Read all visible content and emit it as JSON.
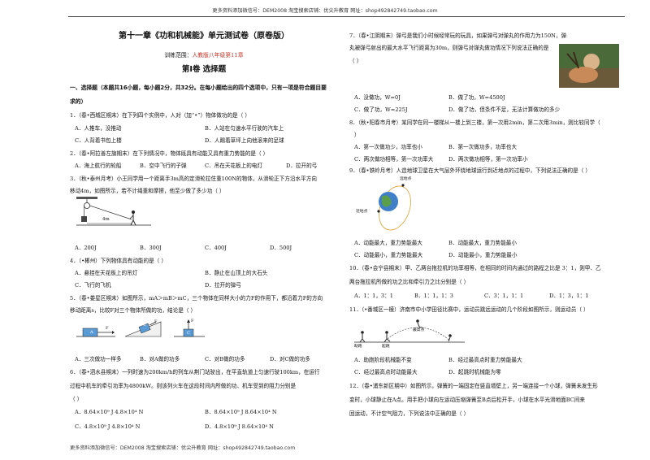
{
  "header": {
    "promo": "更多资料添加微信号：DEM2008    淘宝搜索店铺：优尖升教育  网址：shop492842749.taobao.com"
  },
  "footer": {
    "promo": "更多资料添加微信号：DEM2008    淘宝搜索店铺：优尖升教育  网址：shop492842749.taobao.com"
  },
  "doc": {
    "title": "第十一章《功和机械能》单元测试卷（原卷版）",
    "scope_label": "训练范围：",
    "scope_value": "人教版八年级第11章",
    "part": "第Ⅰ卷   选择题",
    "section_line1": "一、选择题（本题共16小题，每小题2分，共32分。在每小题给出的四个选项中，只有一项是符合题目要",
    "section_line2": "求的）"
  },
  "questions": {
    "q1": {
      "stem": "1．（春•西城区期末）在下列四个实例中，人对（加“•”）物体做功的是（        ）",
      "opts": [
        "A．人推车，没推动",
        "B．人站在匀速水平行驶的汽车上",
        "C．人背着书包上楼",
        "D．人踢着草坪上向他滚来的足球"
      ]
    },
    "q2": {
      "stem": "2．（春•阿拉善左旗期末）在下列情况中，物体既具有动能又具有重力势能的是（        ）",
      "opts": [
        "A．海上航行的轮船",
        "B．空中飞行的子弹",
        "C．吊在天花板上的电灯",
        "D．拉开的弓"
      ]
    },
    "q3": {
      "stem1": "3．（秋•泰州月考）小王同学用一个距离手3m高的定滑轮拉住重100N的物体，从滑轮正下方沿水平方向",
      "stem2": "移动4m，如图所示，若不计绳重和摩擦，他至少做了多少功（        ）",
      "fig_label": "4m",
      "opts": [
        "A．200J",
        "B．300J",
        "C．400J",
        "D．500J"
      ]
    },
    "q4": {
      "stem": "4．（•郴州）下列物体具有动能的是（        ）",
      "opts": [
        "A．悬挂在天花板上的吊灯",
        "B．静止在山顶上的大石头",
        "C．飞行的飞机",
        "D．拉开的弹弓"
      ]
    },
    "q5": {
      "stem1": "5．（春•娄星区期末）如图所示，mA＞mB＞mC，三个物体在同样大小的力F的作用下，都沿着力F的方向",
      "stem2": "移动距离s，比较F对三个物体所做的功，结论是（        ）",
      "labels": [
        "A",
        "B",
        "C",
        "F",
        "F",
        "F"
      ],
      "opts": [
        "A．三次做功一样多",
        "B．对A做的功多",
        "C．对B做的功多",
        "D．对C做的功多"
      ]
    },
    "q6": {
      "stem1": "6．（春•泗水县期末）一列时速为200km/h的列车从荆门站驶出，在平直轨道上匀速行驶100km，在运行",
      "stem2": "过程中机车的牵引功率为4800kW。则该列火车在这段时间内所做的功、机车受到的阻力分别是",
      "stem3": "（        ）",
      "opts": [
        "A．8.64×10⁹ J    4.8×10⁴ N",
        "B．8.64×10⁹ J    8.64×10⁴ N",
        "C．4.8×10⁹ J    4.8×10⁴ N",
        "D．4.8×10⁹ J    8.64×10⁴ N"
      ]
    },
    "q7": {
      "stem1": "7．（春•江阴期末）弹弓是我们小时候经常玩的玩具，如果弹弓对弹丸的作用力为150N，弹",
      "stem2": "丸被弹弓射出的最大水平飞行距离为30m，则弹弓对弹丸做功情况下列说法正确的是",
      "stem3": "（        ）",
      "opts": [
        "A．没做功，W=0J",
        "B．做了功，W=4500J",
        "C．做了功，W=225J",
        "D．做了功，但条件不足，无法计算做功的多少"
      ]
    },
    "q8": {
      "stem1": "8．（秋•阳春市月考）某同学在同一楼梯从一楼上到三楼，第一次用2min，第二次用3min，则比较同学（",
      "stem2": "）",
      "opts": [
        "A．第一次做功少，功率也小",
        "B．第一次做功多，功率也大",
        "C．两次做功相等，第一次功率大",
        "D．两次做功相等，第一次功率小"
      ]
    },
    "q9": {
      "stem": "9．（春•铁岭月考）人造地球卫星在大气层外环绕地球运行到近地点的过程中，下列说法正确的是（        ）",
      "fig_labels": [
        "远地点",
        "近地点"
      ],
      "opts": [
        "A．动能最大，重力势能最大",
        "B．动能最大，重力势能最小",
        "C．动能最小，重力势能最大",
        "D．动能最小，重力势能最小"
      ]
    },
    "q10": {
      "stem1": "10．（春•会宁县期末）甲、乙两台拖拉机的功率相等，在相同的时间内通过的路程之比是 3：1，则甲、乙",
      "stem2": "两台拖拉机所做的功之比和牵引力之比分别是（        ）",
      "opts": [
        "A．1：1，3：1",
        "B．1：1，1：3",
        "C．3：1，1：1",
        "D．1：3，1：1"
      ]
    },
    "q11": {
      "stem": "11．（•番城区一模）济南市中小学田径比赛中，运动员跳远运动的几个阶段如图所示，则运动员（        ）",
      "fig_labels": [
        "助跑",
        "起跳",
        "最高点"
      ],
      "opts": [
        "A．助跑阶段机械能不变",
        "B．经过最高点时重力势能最大",
        "C．经过最高点时动能最大",
        "D．起跳时机械能为零"
      ]
    },
    "q12": {
      "stem1": "12．（春•浦东新区期中）如图所示，弹簧的一端固定在竖直墙壁上，另一端连接一个小球，弹簧未发生形",
      "stem2": "变时，小球静止在A点。用手把小球向左运动压缩弹簧至B点后松开手，小球在水平光滑地面BC间来",
      "stem3": "回运动，不计空气阻力，下列说法中正确的是（        ）"
    }
  }
}
